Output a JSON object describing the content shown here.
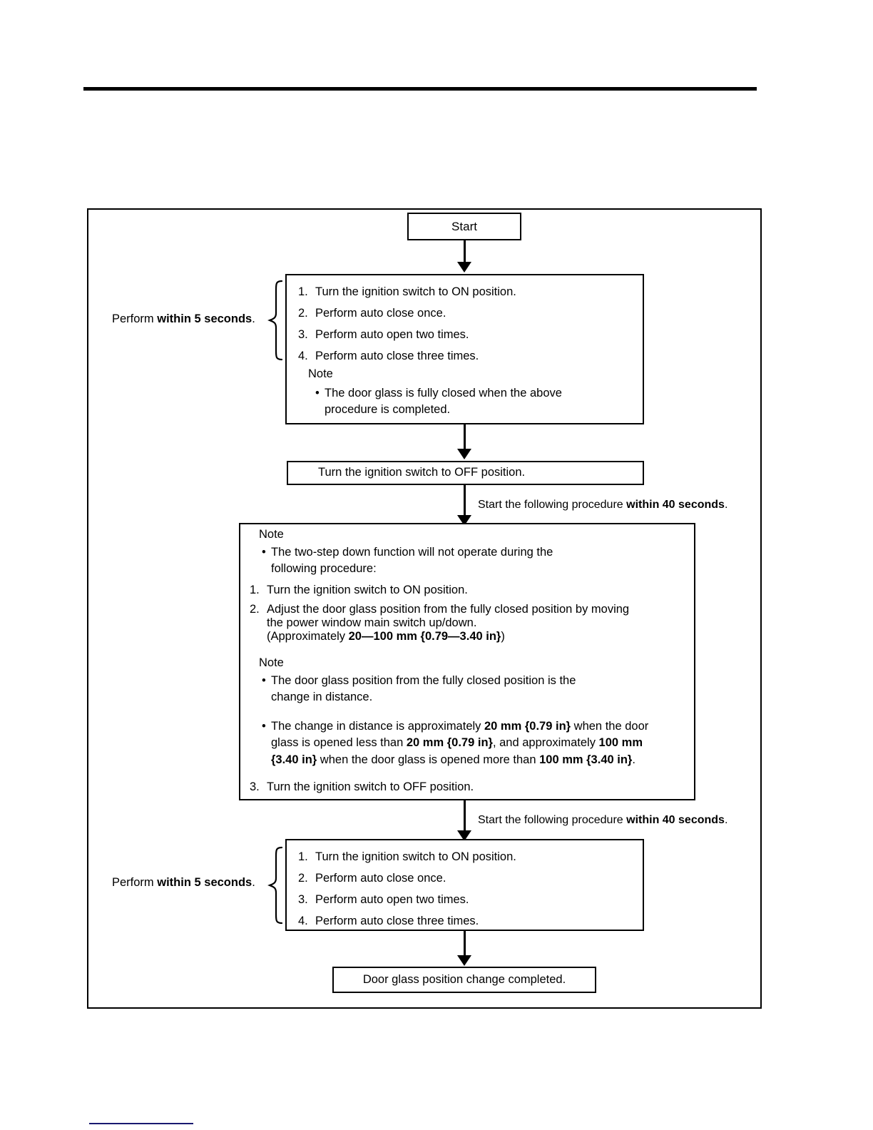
{
  "page": {
    "header_rule": "horizontal-rule",
    "footer_rule": "navy-underline"
  },
  "flowchart": {
    "start_box": {
      "label": "Start"
    },
    "step1": {
      "side_label_prefix": "Perform ",
      "side_label_bold": "within 5 seconds",
      "side_label_suffix": ".",
      "items": [
        {
          "index": "1.",
          "text": "Turn the ignition switch to ON position."
        },
        {
          "index": "2.",
          "text": "Perform auto close once."
        },
        {
          "index": "3.",
          "text": "Perform auto open two times."
        },
        {
          "index": "4.",
          "text": "Perform auto close three times."
        }
      ],
      "note_heading": "Note",
      "note_bullets": [
        "The door glass is fully closed when the above procedure is completed."
      ]
    },
    "step2": {
      "label": "Turn the ignition switch to OFF position."
    },
    "annotation1": {
      "prefix": "Start the following procedure ",
      "bold": "within 40 seconds",
      "suffix": "."
    },
    "step3": {
      "note_heading_top": "Note",
      "note_bullets_top": [
        "The two-step down function will not operate during the following procedure:"
      ],
      "items": [
        {
          "index": "1.",
          "text": "Turn the ignition switch to ON position."
        },
        {
          "index": "2.",
          "text": "Adjust the door glass position from the fully closed position by moving the power window main switch up/down."
        }
      ],
      "item2_extra_prefix": "(Approximately ",
      "item2_extra_bold": "20—100 mm {0.79—3.40 in}",
      "item2_extra_suffix": ")",
      "note_heading_mid": "Note",
      "note_bullet_mid_1": "The door glass position from the fully closed position is the change in distance.",
      "note_bullet_mid_2_seg1": "The change in distance is approximately ",
      "note_bullet_mid_2_b1": "20 mm {0.79 in}",
      "note_bullet_mid_2_seg2": " when the door glass is opened less than ",
      "note_bullet_mid_2_b2": "20 mm {0.79 in}",
      "note_bullet_mid_2_seg3": ", and approximately ",
      "note_bullet_mid_2_b3": "100 mm {3.40 in}",
      "note_bullet_mid_2_seg4": " when the door glass is opened more than ",
      "note_bullet_mid_2_b4": "100 mm {3.40 in}",
      "note_bullet_mid_2_seg5": ".",
      "item3": {
        "index": "3.",
        "text": "Turn the ignition switch to OFF position."
      }
    },
    "annotation2": {
      "prefix": "Start the following procedure ",
      "bold": "within 40 seconds",
      "suffix": "."
    },
    "step4": {
      "side_label_prefix": "Perform ",
      "side_label_bold": "within 5 seconds",
      "side_label_suffix": ".",
      "items": [
        {
          "index": "1.",
          "text": "Turn the ignition switch to ON position."
        },
        {
          "index": "2.",
          "text": "Perform auto close once."
        },
        {
          "index": "3.",
          "text": "Perform auto open two times."
        },
        {
          "index": "4.",
          "text": "Perform auto close three times."
        }
      ]
    },
    "end_box": {
      "label": "Door glass position change completed."
    }
  }
}
